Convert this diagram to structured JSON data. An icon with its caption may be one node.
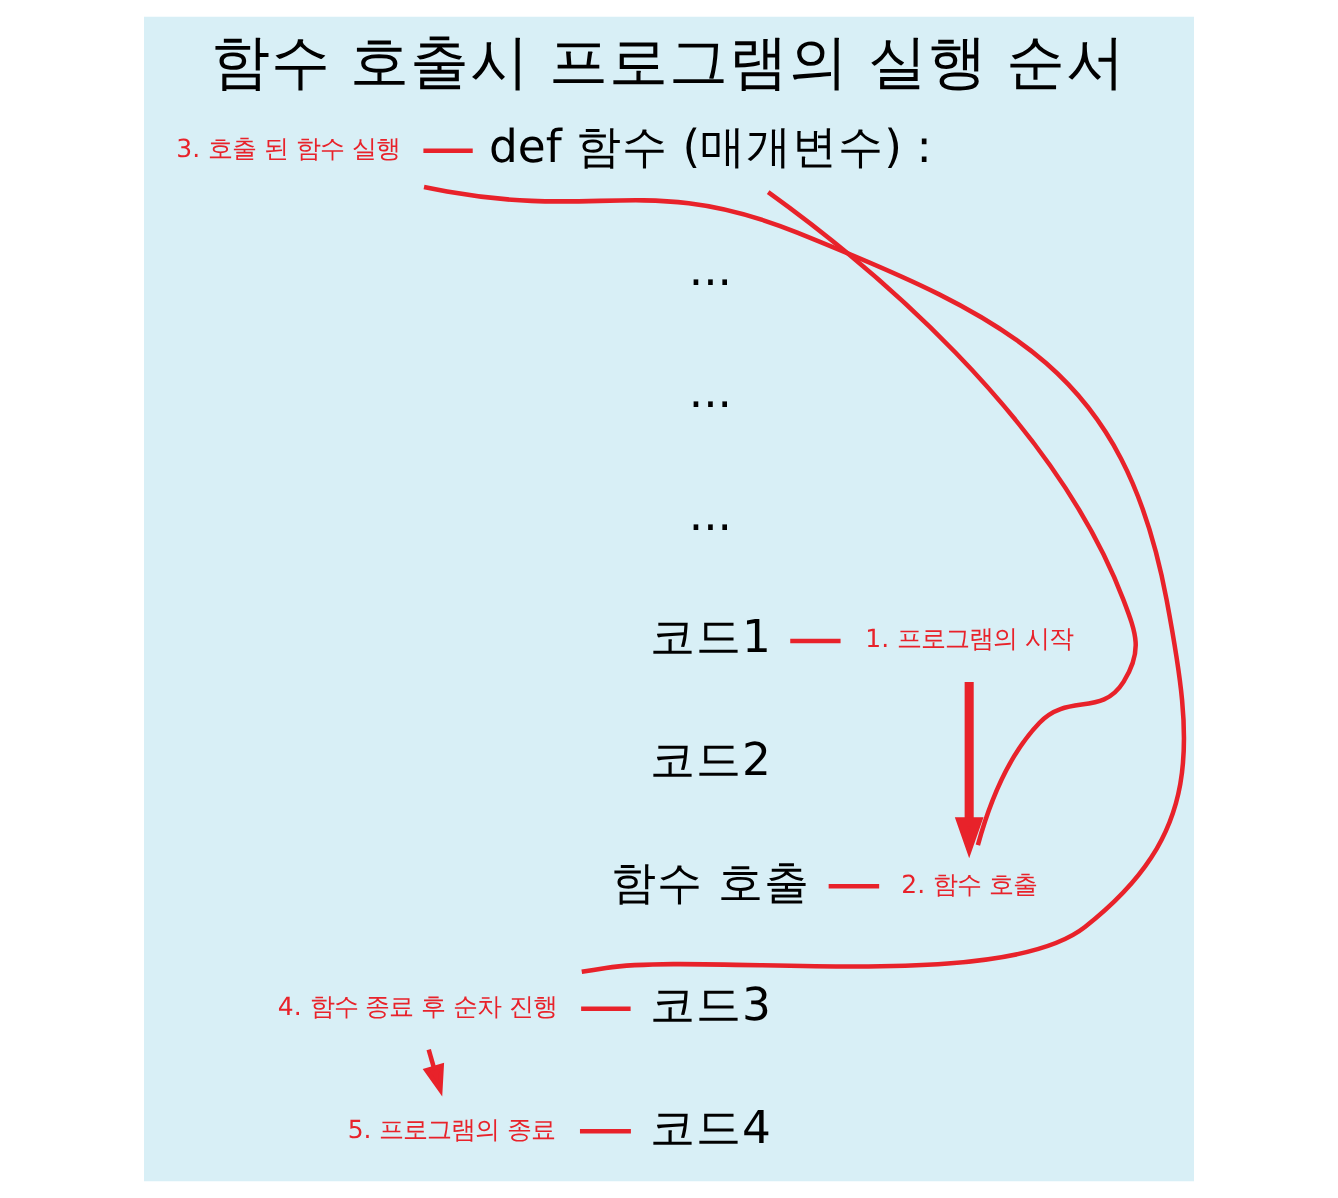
{
  "diagram": {
    "title": "함수 호출시 프로그램의 실행 순서",
    "nodes": [
      {
        "text": [
          "def 함수 (매개변수) :"
        ]
      },
      {
        "text": [
          "..."
        ]
      },
      {
        "text": [
          "..."
        ]
      },
      {
        "text": [
          "..."
        ]
      },
      {
        "text": [
          "코드1"
        ]
      },
      {
        "text": [
          "코드2"
        ]
      },
      {
        "text": [
          "함수 호출"
        ]
      },
      {
        "text": [
          "코드3"
        ]
      },
      {
        "text": [
          "코드4"
        ]
      },
      {
        "text": [
          "3. 호출 된 함수 실행"
        ]
      },
      {
        "text": [
          "1. 프로그램의 시작"
        ]
      },
      {
        "text": [
          "2. 함수 호출"
        ]
      },
      {
        "text": [
          "4. 함수 종료 후 순차 진행"
        ]
      },
      {
        "text": [
          "5. 프로그램의 종료"
        ]
      }
    ],
    "edges": [
      {
        "from": 4,
        "to": 10,
        "arrow": "none"
      },
      {
        "from": 10,
        "to": 11,
        "arrow": "to",
        "style": "thick"
      },
      {
        "from": 6,
        "to": 11,
        "arrow": "none"
      },
      {
        "from": 11,
        "to": 0,
        "arrow": "none"
      },
      {
        "from": 9,
        "to": 0,
        "arrow": "none"
      },
      {
        "from": 9,
        "to": 12,
        "arrow": "none"
      },
      {
        "from": 12,
        "to": 7,
        "arrow": "none"
      },
      {
        "from": 12,
        "to": 13,
        "arrow": "to"
      },
      {
        "from": 13,
        "to": 8,
        "arrow": "none"
      }
    ]
  }
}
